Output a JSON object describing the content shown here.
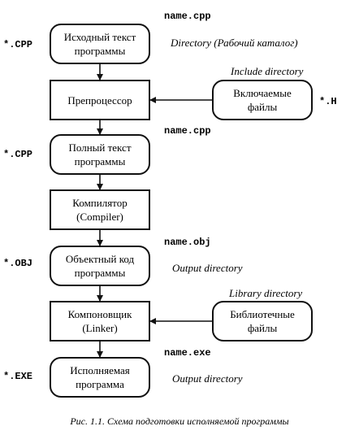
{
  "boxes": {
    "source": {
      "line1": "Исходный текст",
      "line2": "программы"
    },
    "preprocessor": {
      "line1": "Препроцессор"
    },
    "includes": {
      "line1": "Включаемые",
      "line2": "файлы"
    },
    "full_text": {
      "line1": "Полный текст",
      "line2": "программы"
    },
    "compiler": {
      "line1": "Компилятор",
      "line2": "(Compiler)"
    },
    "object": {
      "line1": "Объектный код",
      "line2": "программы"
    },
    "linker": {
      "line1": "Компоновщик",
      "line2": "(Linker)"
    },
    "libraries": {
      "line1": "Библиотечные",
      "line2": "файлы"
    },
    "executable": {
      "line1": "Исполняемая",
      "line2": "программа"
    }
  },
  "file_names": {
    "source": "name.cpp",
    "full": "name.cpp",
    "obj": "name.obj",
    "exe": "name.exe"
  },
  "extensions": {
    "cpp1": "*.CPP",
    "h": "*.H",
    "cpp2": "*.CPP",
    "obj": "*.OBJ",
    "exe": "*.EXE"
  },
  "directories": {
    "working": "Directory (Рабочий каталог)",
    "include": "Include directory",
    "output1": "Output directory",
    "library": "Library directory",
    "output2": "Output directory"
  },
  "caption": "Рис. 1.1. Схема подготовки исполняемой программы"
}
